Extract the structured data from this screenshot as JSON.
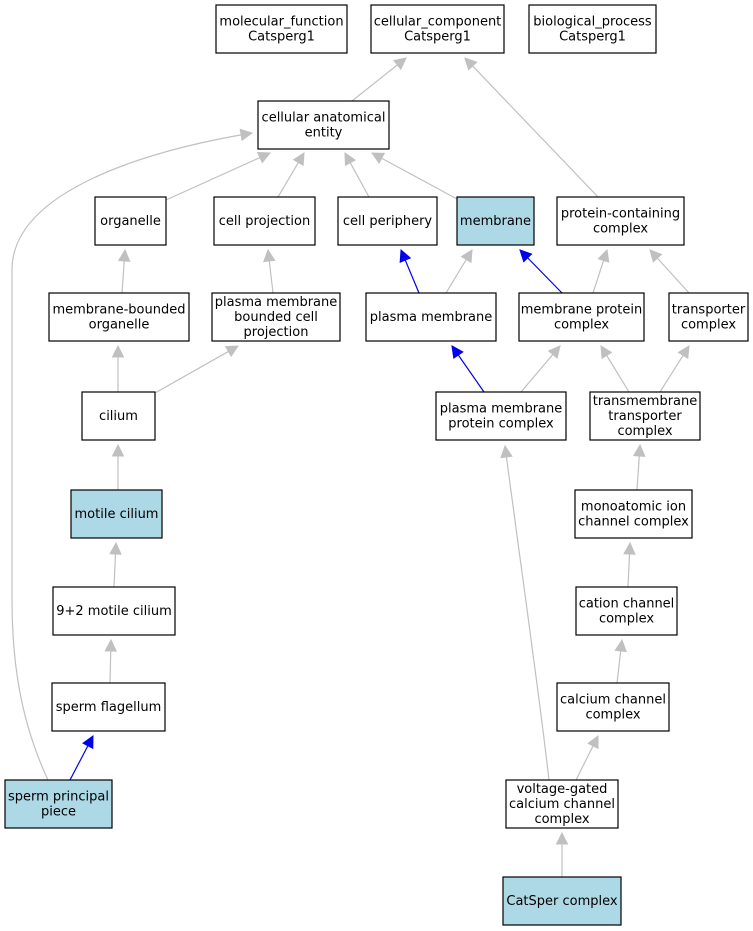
{
  "colors": {
    "default_fill": "#ffffff",
    "highlight_fill": "#add8e6",
    "edge_gray": "#c0c0c0",
    "edge_blue": "#0000ee"
  },
  "nodes": [
    {
      "id": "molecular_function",
      "lines": [
        "molecular_function",
        "Catsperg1"
      ],
      "highlight": false
    },
    {
      "id": "cellular_component",
      "lines": [
        "cellular_component",
        "Catsperg1"
      ],
      "highlight": false
    },
    {
      "id": "biological_process",
      "lines": [
        "biological_process",
        "Catsperg1"
      ],
      "highlight": false
    },
    {
      "id": "cellular_anatomical_entity",
      "lines": [
        "cellular anatomical",
        "entity"
      ],
      "highlight": false
    },
    {
      "id": "organelle",
      "lines": [
        "organelle"
      ],
      "highlight": false
    },
    {
      "id": "cell_projection",
      "lines": [
        "cell projection"
      ],
      "highlight": false
    },
    {
      "id": "cell_periphery",
      "lines": [
        "cell periphery"
      ],
      "highlight": false
    },
    {
      "id": "membrane",
      "lines": [
        "membrane"
      ],
      "highlight": true
    },
    {
      "id": "protein_containing_complex",
      "lines": [
        "protein-containing",
        "complex"
      ],
      "highlight": false
    },
    {
      "id": "membrane_bounded_organelle",
      "lines": [
        "membrane-bounded",
        "organelle"
      ],
      "highlight": false
    },
    {
      "id": "plasma_membrane_bounded_cell_projection",
      "lines": [
        "plasma membrane",
        "bounded cell",
        "projection"
      ],
      "highlight": false
    },
    {
      "id": "plasma_membrane",
      "lines": [
        "plasma membrane"
      ],
      "highlight": false
    },
    {
      "id": "membrane_protein_complex",
      "lines": [
        "membrane protein",
        "complex"
      ],
      "highlight": false
    },
    {
      "id": "transporter_complex",
      "lines": [
        "transporter",
        "complex"
      ],
      "highlight": false
    },
    {
      "id": "cilium",
      "lines": [
        "cilium"
      ],
      "highlight": false
    },
    {
      "id": "plasma_membrane_protein_complex",
      "lines": [
        "plasma membrane",
        "protein complex"
      ],
      "highlight": false
    },
    {
      "id": "transmembrane_transporter_complex",
      "lines": [
        "transmembrane",
        "transporter",
        "complex"
      ],
      "highlight": false
    },
    {
      "id": "motile_cilium",
      "lines": [
        "motile cilium"
      ],
      "highlight": true
    },
    {
      "id": "monoatomic_ion_channel_complex",
      "lines": [
        "monoatomic ion",
        "channel complex"
      ],
      "highlight": false
    },
    {
      "id": "nine_plus_two_motile_cilium",
      "lines": [
        "9+2 motile cilium"
      ],
      "highlight": false
    },
    {
      "id": "cation_channel_complex",
      "lines": [
        "cation channel",
        "complex"
      ],
      "highlight": false
    },
    {
      "id": "sperm_flagellum",
      "lines": [
        "sperm flagellum"
      ],
      "highlight": false
    },
    {
      "id": "calcium_channel_complex",
      "lines": [
        "calcium channel",
        "complex"
      ],
      "highlight": false
    },
    {
      "id": "sperm_principal_piece",
      "lines": [
        "sperm principal",
        "piece"
      ],
      "highlight": true
    },
    {
      "id": "voltage_gated_calcium_channel_complex",
      "lines": [
        "voltage-gated",
        "calcium channel",
        "complex"
      ],
      "highlight": false
    },
    {
      "id": "catsper_complex",
      "lines": [
        "CatSper complex"
      ],
      "highlight": true
    }
  ],
  "edges": [
    {
      "from": "cellular_anatomical_entity",
      "to": "cellular_component",
      "color": "gray"
    },
    {
      "from": "protein_containing_complex",
      "to": "cellular_component",
      "color": "gray"
    },
    {
      "from": "organelle",
      "to": "cellular_anatomical_entity",
      "color": "gray"
    },
    {
      "from": "cell_projection",
      "to": "cellular_anatomical_entity",
      "color": "gray"
    },
    {
      "from": "cell_periphery",
      "to": "cellular_anatomical_entity",
      "color": "gray"
    },
    {
      "from": "membrane",
      "to": "cellular_anatomical_entity",
      "color": "gray"
    },
    {
      "from": "sperm_principal_piece",
      "to": "cellular_anatomical_entity",
      "color": "gray"
    },
    {
      "from": "membrane_bounded_organelle",
      "to": "organelle",
      "color": "gray"
    },
    {
      "from": "plasma_membrane_bounded_cell_projection",
      "to": "cell_projection",
      "color": "gray"
    },
    {
      "from": "plasma_membrane",
      "to": "cell_periphery",
      "color": "blue"
    },
    {
      "from": "plasma_membrane",
      "to": "membrane",
      "color": "gray"
    },
    {
      "from": "membrane_protein_complex",
      "to": "membrane",
      "color": "blue"
    },
    {
      "from": "membrane_protein_complex",
      "to": "protein_containing_complex",
      "color": "gray"
    },
    {
      "from": "transporter_complex",
      "to": "protein_containing_complex",
      "color": "gray"
    },
    {
      "from": "cilium",
      "to": "membrane_bounded_organelle",
      "color": "gray"
    },
    {
      "from": "cilium",
      "to": "plasma_membrane_bounded_cell_projection",
      "color": "gray"
    },
    {
      "from": "plasma_membrane_protein_complex",
      "to": "plasma_membrane",
      "color": "blue"
    },
    {
      "from": "plasma_membrane_protein_complex",
      "to": "membrane_protein_complex",
      "color": "gray"
    },
    {
      "from": "transmembrane_transporter_complex",
      "to": "membrane_protein_complex",
      "color": "gray"
    },
    {
      "from": "transmembrane_transporter_complex",
      "to": "transporter_complex",
      "color": "gray"
    },
    {
      "from": "motile_cilium",
      "to": "cilium",
      "color": "gray"
    },
    {
      "from": "monoatomic_ion_channel_complex",
      "to": "transmembrane_transporter_complex",
      "color": "gray"
    },
    {
      "from": "nine_plus_two_motile_cilium",
      "to": "motile_cilium",
      "color": "gray"
    },
    {
      "from": "cation_channel_complex",
      "to": "monoatomic_ion_channel_complex",
      "color": "gray"
    },
    {
      "from": "sperm_flagellum",
      "to": "nine_plus_two_motile_cilium",
      "color": "gray"
    },
    {
      "from": "calcium_channel_complex",
      "to": "cation_channel_complex",
      "color": "gray"
    },
    {
      "from": "sperm_principal_piece",
      "to": "sperm_flagellum",
      "color": "blue"
    },
    {
      "from": "voltage_gated_calcium_channel_complex",
      "to": "calcium_channel_complex",
      "color": "gray"
    },
    {
      "from": "voltage_gated_calcium_channel_complex",
      "to": "plasma_membrane_protein_complex",
      "color": "gray"
    },
    {
      "from": "catsper_complex",
      "to": "voltage_gated_calcium_channel_complex",
      "color": "gray"
    }
  ]
}
